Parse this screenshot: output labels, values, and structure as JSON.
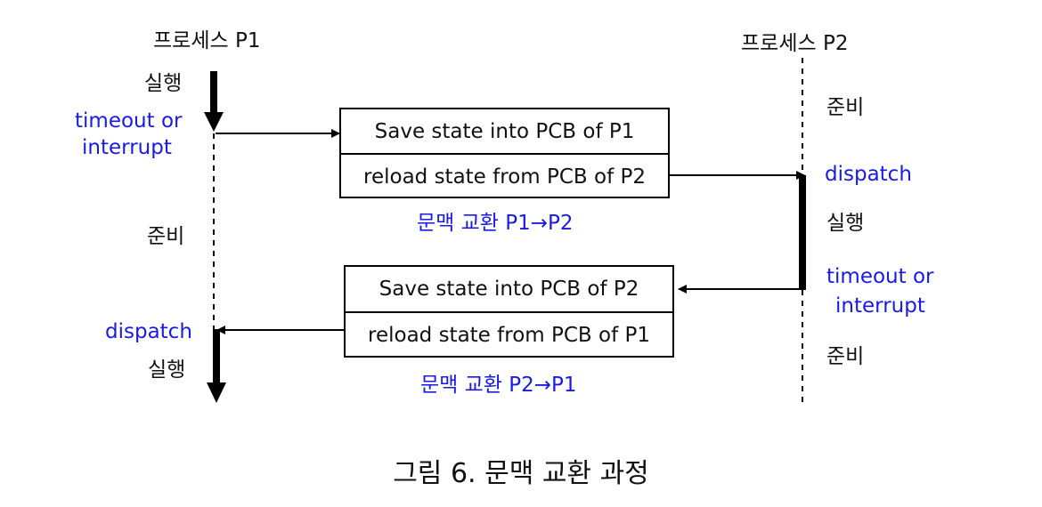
{
  "p1": {
    "title": "프로세스 P1",
    "state_run_top": "실행",
    "event_timeout": "timeout or",
    "event_interrupt": "interrupt",
    "state_ready": "준비",
    "event_dispatch": "dispatch",
    "state_run_bottom": "실행"
  },
  "p2": {
    "title": "프로세스 P2",
    "state_ready_top": "준비",
    "event_dispatch": "dispatch",
    "state_run": "실행",
    "event_timeout": "timeout or",
    "event_interrupt": "interrupt",
    "state_ready_bottom": "준비"
  },
  "switch1": {
    "save": "Save state into PCB of P1",
    "reload": "reload state from PCB of P2",
    "label": "문맥 교환 P1→P2"
  },
  "switch2": {
    "save": "Save state into PCB of P2",
    "reload": "reload state from PCB of P1",
    "label": "문맥 교환 P2→P1"
  },
  "caption": "그림 6. 문맥 교환 과정",
  "colors": {
    "event_text": "#1a1ae6",
    "line": "#000000"
  }
}
